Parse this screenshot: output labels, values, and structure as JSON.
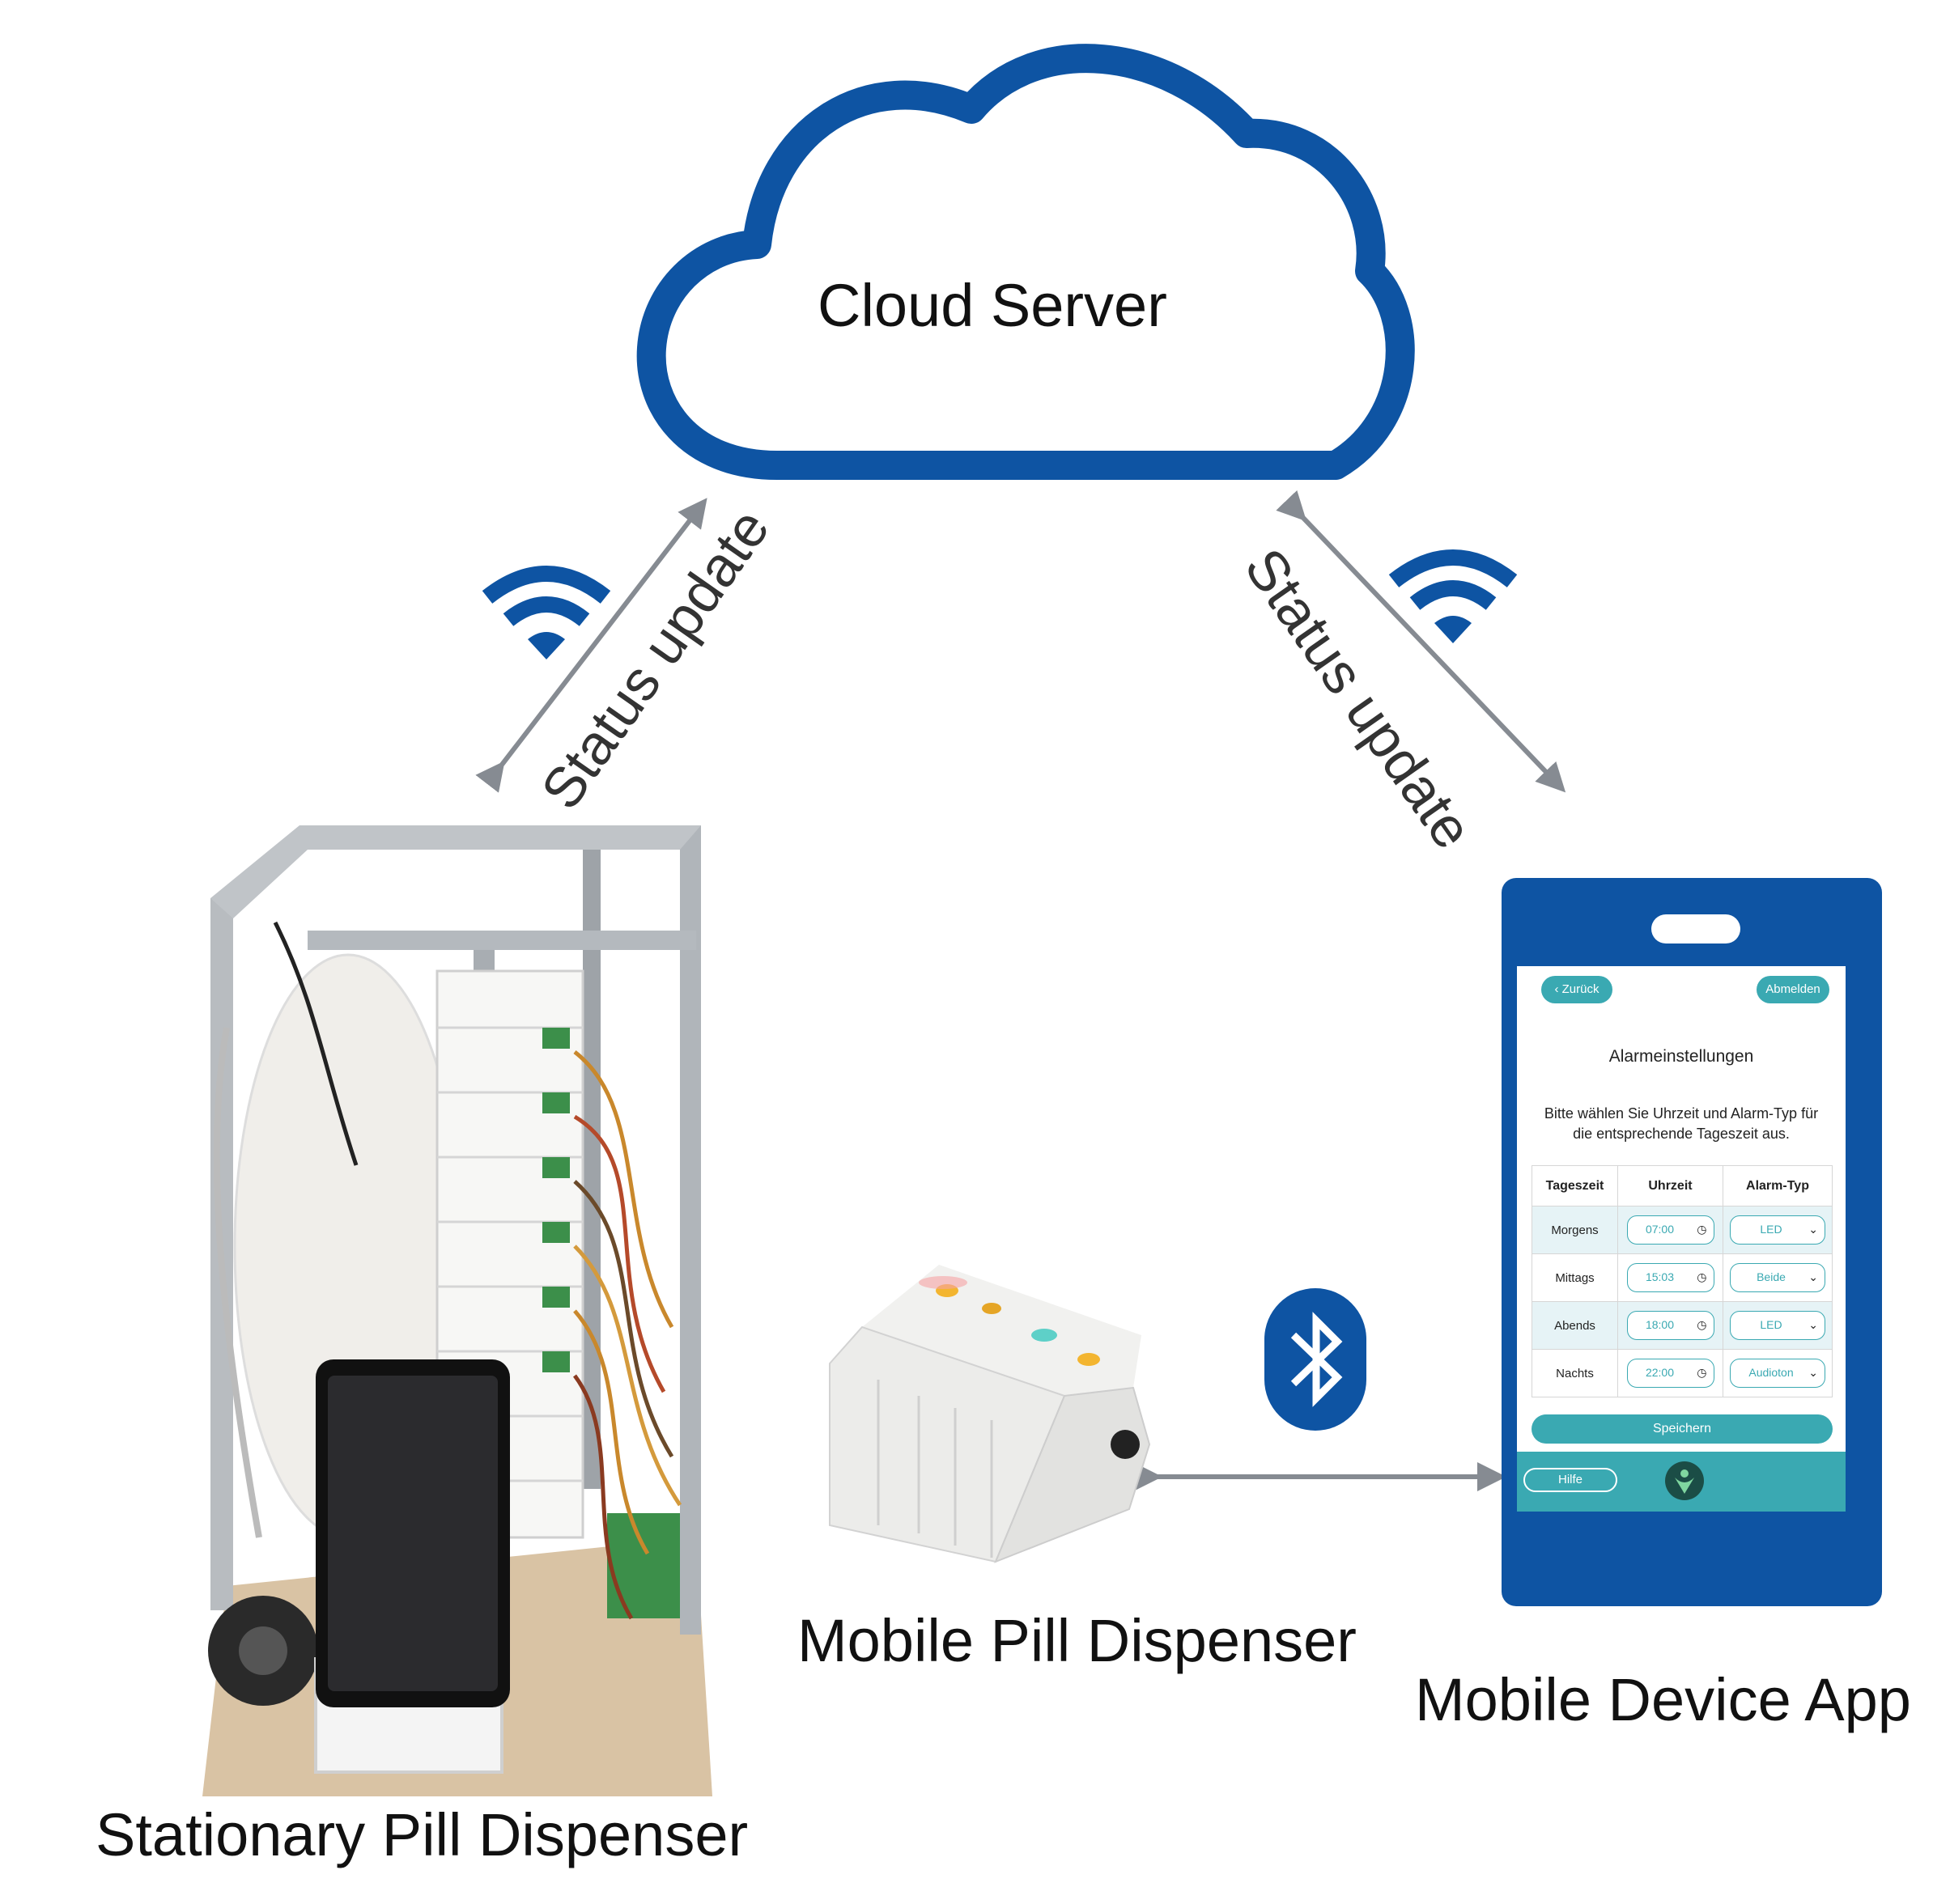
{
  "labels": {
    "cloud": "Cloud Server",
    "stationary": "Stationary Pill Dispenser",
    "mobile_dispenser": "Mobile Pill Dispenser",
    "mobile_app": "Mobile Device App",
    "status_left": "Status update",
    "status_right": "Status update"
  },
  "icons": {
    "wifi_left": "wifi-icon",
    "wifi_right": "wifi-icon",
    "bluetooth": "bluetooth-icon",
    "cloud": "cloud-icon"
  },
  "colors": {
    "brand_blue": "#0e54a3",
    "arrow_gray": "#868b92",
    "app_teal": "#3aa9b2"
  },
  "app": {
    "back_label": "‹ Zurück",
    "logout_label": "Abmelden",
    "title": "Alarmeinstellungen",
    "description": "Bitte wählen Sie Uhrzeit und Alarm-Typ für die entsprechende Tageszeit aus.",
    "columns": [
      "Tageszeit",
      "Uhrzeit",
      "Alarm-Typ"
    ],
    "rows": [
      {
        "daytime": "Morgens",
        "time": "07:00",
        "type": "LED"
      },
      {
        "daytime": "Mittags",
        "time": "15:03",
        "type": "Beide"
      },
      {
        "daytime": "Abends",
        "time": "18:00",
        "type": "LED"
      },
      {
        "daytime": "Nachts",
        "time": "22:00",
        "type": "Audioton"
      }
    ],
    "save_label": "Speichern",
    "help_label": "Hilfe"
  }
}
